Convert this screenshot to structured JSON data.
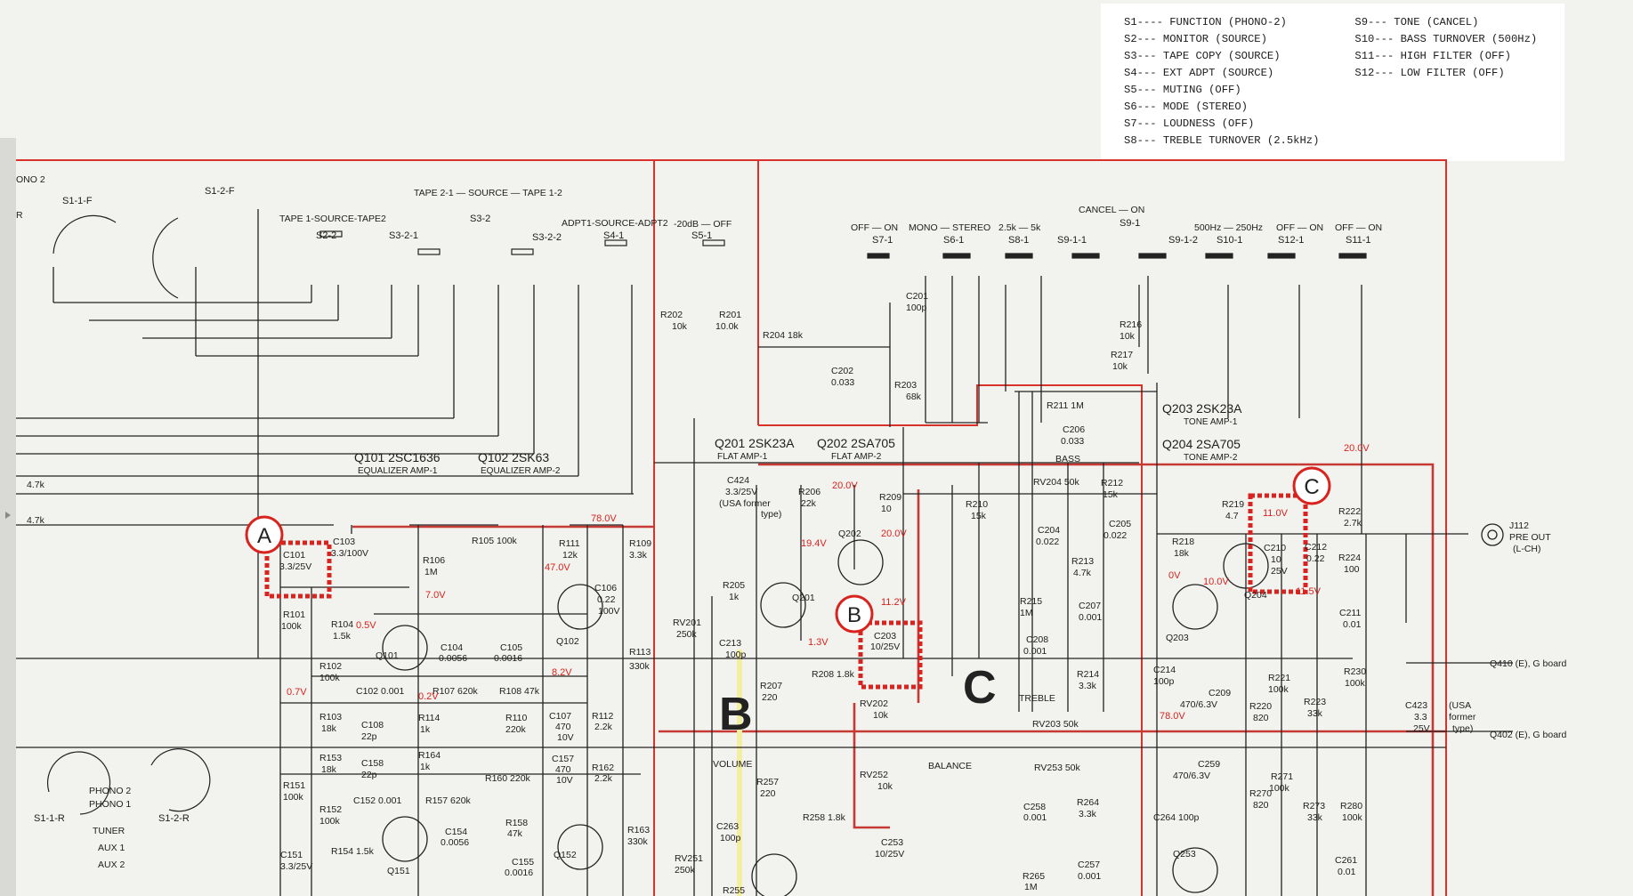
{
  "legend": {
    "col1": [
      "S1---- FUNCTION (PHONO-2)",
      "S2--- MONITOR (SOURCE)",
      "S3--- TAPE COPY (SOURCE)",
      "S4--- EXT ADPT (SOURCE)",
      "S5--- MUTING (OFF)",
      "S6--- MODE (STEREO)",
      "S7--- LOUDNESS (OFF)",
      "S8--- TREBLE TURNOVER (2.5kHz)"
    ],
    "col2": [
      "S9--- TONE (CANCEL)",
      "S10--- BASS TURNOVER (500Hz)",
      "S11--- HIGH FILTER (OFF)",
      "S12--- LOW FILTER (OFF)"
    ]
  },
  "callouts": {
    "a": "A",
    "b": "B",
    "c": "C"
  },
  "section_letters": {
    "b": "B",
    "c": "C"
  },
  "switches": {
    "s1_1_f": "S1-1-F",
    "s1_2_f": "S1-2-F",
    "s1_1_r": "S1-1-R",
    "s1_2_r": "S1-2-R",
    "s2_2": "S2-2",
    "s3_2_1": "S3-2-1",
    "s3_2_2": "S3-2-2",
    "s3_2": "S3-2",
    "s4_1": "S4-1",
    "s5_1": "S5-1",
    "s7_1": "S7-1",
    "s6_1": "S6-1",
    "s8_1": "S8-1",
    "s9_1_1": "S9-1-1",
    "s9_1": "S9-1",
    "s9_1_2": "S9-1-2",
    "s10_1": "S10-1",
    "s12_1": "S12-1",
    "s11_1": "S11-1"
  },
  "switch_positions": {
    "tape_source": "TAPE 1-SOURCE-TAPE2",
    "tape_copy": "TAPE 2-1 — SOURCE — TAPE 1-2",
    "adpt": "ADPT1-SOURCE-ADPT2",
    "muting": "-20dB — OFF",
    "loudness": "OFF — ON",
    "mode": "MONO — STEREO",
    "treble_turnover": "2.5k — 5k",
    "tone": "CANCEL — ON",
    "bass_turnover": "500Hz — 250Hz",
    "low_filter": "OFF — ON",
    "high_filter": "OFF — ON"
  },
  "transistors": {
    "q101": {
      "name": "Q101 2SC1636",
      "role": "EQUALIZER AMP-1"
    },
    "q102": {
      "name": "Q102 2SK63",
      "role": "EQUALIZER AMP-2"
    },
    "q201": {
      "name": "Q201 2SK23A",
      "role": "FLAT AMP-1"
    },
    "q202": {
      "name": "Q202 2SA705",
      "role": "FLAT AMP-2"
    },
    "q203": {
      "name": "Q203 2SK23A",
      "role": "TONE AMP-1"
    },
    "q204": {
      "name": "Q204 2SA705",
      "role": "TONE AMP-2"
    }
  },
  "components": {
    "c101": "C101",
    "c101_v": "3.3/25V",
    "c103": "C103",
    "c103_v": "3.3/100V",
    "r101": "R101",
    "r101_v": "100k",
    "r104": "R104",
    "r104_v": "1.5k",
    "r102": "R102",
    "r102_v": "100k",
    "r103": "R103",
    "r103_v": "18k",
    "r106": "R106",
    "r106_v": "1M",
    "r105": "R105 100k",
    "r111": "R111",
    "r111_v": "12k",
    "r109": "R109",
    "r109_v": "3.3k",
    "c106": "C106",
    "c106_v": "0.22",
    "c106_v2": "100V",
    "c104": "C104",
    "c104_v": "0.0056",
    "c105": "C105",
    "c105_v": "0.0016",
    "c102": "C102 0.001",
    "r107": "R107 620k",
    "r108": "R108 47k",
    "r113": "R113",
    "r113_v": "330k",
    "c108": "C108",
    "c108_v": "22p",
    "r114": "R114",
    "r114_v": "1k",
    "r110": "R110",
    "r110_v": "220k",
    "c107": "C107",
    "c107_v": "470",
    "c107_v2": "10V",
    "r112": "R112",
    "r112_v": "2.2k",
    "r153": "R153",
    "r153_v": "18k",
    "c158": "C158",
    "c158_v": "22p",
    "r164": "R164",
    "r164_v": "1k",
    "c157": "C157",
    "c157_v": "470",
    "c157_v2": "10V",
    "r162": "R162",
    "r162_v": "2.2k",
    "r160": "R160 220k",
    "r151": "R151",
    "r151_v": "100k",
    "r152": "R152",
    "r152_v": "100k",
    "c152": "C152 0.001",
    "r157": "R157 620k",
    "c154": "C154",
    "c154_v": "0.0056",
    "r158": "R158",
    "r158_v": "47k",
    "c155": "C155",
    "c155_v": "0.0016",
    "c151": "C151",
    "c151_v": "3.3/25V",
    "r154": "R154 1.5k",
    "r163": "R163",
    "r163_v": "330k",
    "q151": "Q151",
    "q152": "Q152",
    "q101s": "Q101",
    "q102s": "Q102",
    "r202": "R202",
    "r202_v": "10k",
    "r201": "R201",
    "r201_v": "10.0k",
    "r204": "R204 18k",
    "c202": "C202",
    "c202_v": "0.033",
    "c201": "C201",
    "c201_v": "100p",
    "r203": "R203",
    "r203_v": "68k",
    "c424": "C424",
    "c424_v": "3.3/25V",
    "c424_note": "(USA former",
    "c424_note2": "type)",
    "r206": "R206",
    "r206_v": "22k",
    "r209": "R209",
    "r209_v": "10",
    "r205": "R205",
    "r205_v": "1k",
    "rv201": "RV201",
    "rv201_v": "250k",
    "c213": "C213",
    "c213_v": "100p",
    "r207": "R207",
    "r207_v": "220",
    "r208": "R208 1.8k",
    "c203": "C203",
    "c203_v": "10/25V",
    "rv202": "RV202",
    "rv202_v": "10k",
    "rv252": "RV252",
    "rv252_v": "10k",
    "balance": "BALANCE",
    "volume": "VOLUME",
    "r257": "R257",
    "r257_v": "220",
    "r258": "R258 1.8k",
    "c263": "C263",
    "c263_v": "100p",
    "c253": "C253",
    "c253_v": "10/25V",
    "rv251": "RV251",
    "rv251_v": "250k",
    "r255": "R255",
    "r216": "R216",
    "r216_v": "10k",
    "r217": "R217",
    "r217_v": "10k",
    "r211": "R211 1M",
    "c206": "C206",
    "c206_v": "0.033",
    "bass": "BASS",
    "r210": "R210",
    "r210_v": "15k",
    "rv204": "RV204 50k",
    "r212": "R212",
    "r212_v": "15k",
    "c204": "C204",
    "c204_v": "0.022",
    "c205": "C205",
    "c205_v": "0.022",
    "r213": "R213",
    "r213_v": "4.7k",
    "r215": "R215",
    "r215_v": "1M",
    "c207": "C207",
    "c207_v": "0.001",
    "c208": "C208",
    "c208_v": "0.001",
    "r214": "R214",
    "r214_v": "3.3k",
    "treble": "TREBLE",
    "rv203": "RV203 50k",
    "rv253": "RV253 50k",
    "c258": "C258",
    "c258_v": "0.001",
    "r264": "R264",
    "r264_v": "3.3k",
    "r265": "R265",
    "r265_v": "1M",
    "c257": "C257",
    "c257_v": "0.001",
    "r218": "R218",
    "r218_v": "18k",
    "r219": "R219",
    "r219_v": "4.7",
    "c210": "C210",
    "c210_v": "10",
    "c210_v2": "25V",
    "c212": "C212",
    "c212_v": "0.22",
    "r222": "R222",
    "r222_v": "2.7k",
    "r224": "R224",
    "r224_v": "100",
    "c211": "C211",
    "c211_v": "0.01",
    "r230": "R230",
    "r230_v": "100k",
    "c214": "C214",
    "c214_v": "100p",
    "c209": "C209",
    "c209_v": "470/6.3V",
    "r220": "R220",
    "r220_v": "820",
    "r221": "R221",
    "r221_v": "100k",
    "r223": "R223",
    "r223_v": "33k",
    "c423": "C423",
    "c423_v": "3.3",
    "c423_v2": "25V",
    "c423_note": "(USA",
    "c423_note2": "former",
    "c423_note3": "type)",
    "c259": "C259",
    "c259_v": "470/6.3V",
    "r270": "R270",
    "r270_v": "820",
    "r271": "R271",
    "r271_v": "100k",
    "r273": "R273",
    "r273_v": "33k",
    "r280": "R280",
    "r280_v": "100k",
    "c264": "C264 100p",
    "c261": "C261",
    "c261_v": "0.01",
    "q203s": "Q203",
    "q204s": "Q204",
    "q201s": "Q201",
    "q202s": "Q202",
    "q253": "Q253",
    "j112": "J112",
    "j112_v": "PRE OUT",
    "j112_v2": "(L-CH)",
    "q410": "Q410 (E), G board",
    "q402": "Q402 (E), G board",
    "r4_7k_a": "4.7k",
    "r4_7k_b": "4.7k",
    "phono2": "PHONO 2",
    "phono1": "PHONO 1",
    "tuner": "TUNER",
    "aux1": "AUX 1",
    "aux2": "AUX 2",
    "ono2": "ONO 2",
    "r_frag": "R"
  },
  "voltages": {
    "v78a": "78.0V",
    "v47": "47.0V",
    "v7": "7.0V",
    "v05": "0.5V",
    "v02": "0.2V",
    "v07": "0.7V",
    "v82": "8.2V",
    "v20a": "20.0V",
    "v20b": "20.0V",
    "v194": "19.4V",
    "v112": "11.2V",
    "v13": "1.3V",
    "v20c": "20.0V",
    "v110": "11.0V",
    "v0a": "0V",
    "v100": "10.0V",
    "v78b": "78.0V",
    "v115": "11.5V"
  }
}
